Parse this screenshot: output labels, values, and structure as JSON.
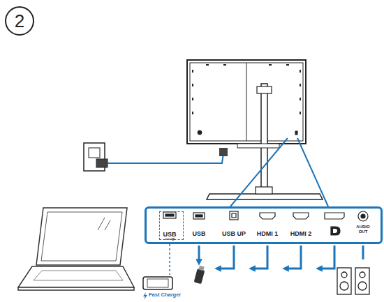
{
  "diagram": {
    "nodes": [
      {
        "text": [
          "USB",
          "USB UP",
          "HDMI 1",
          "HDMI 2",
          "AUDIO OUT"
        ]
      },
      {
        "text": [
          "USB"
        ],
        "in": 0
      }
    ],
    "labels": [
      "2",
      "Fast Charger"
    ]
  }
}
